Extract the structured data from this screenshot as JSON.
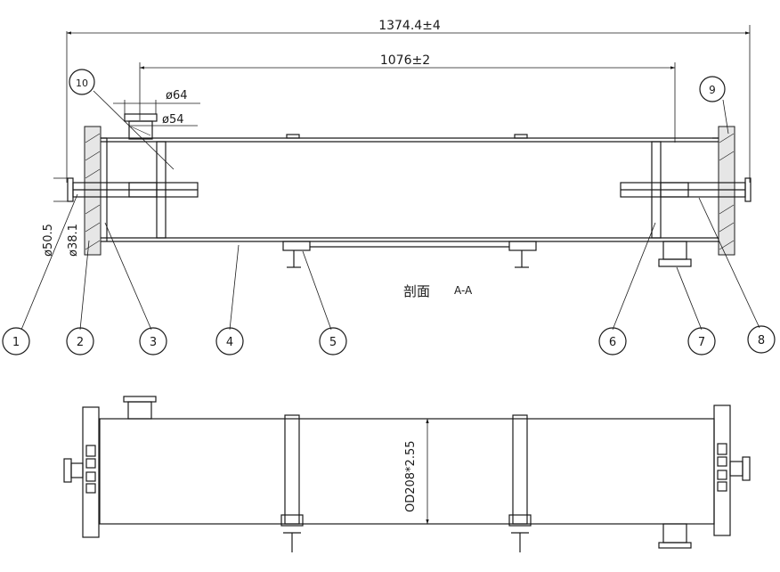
{
  "dimensions": {
    "overall_length": "1374.4±4",
    "tube_length": "1076±2",
    "nozzle_outer": "ø64",
    "nozzle_inner": "ø54",
    "inlet_outer": "ø50.5",
    "inlet_inner": "ø38.1",
    "shell_diameter": "OD208*2.55"
  },
  "section_label": {
    "text": "剖面",
    "code": "A-A"
  },
  "balloons": [
    "1",
    "2",
    "3",
    "4",
    "5",
    "6",
    "7",
    "8",
    "9",
    "10"
  ],
  "colors": {
    "line": "#1a1a1a",
    "background": "#ffffff"
  }
}
